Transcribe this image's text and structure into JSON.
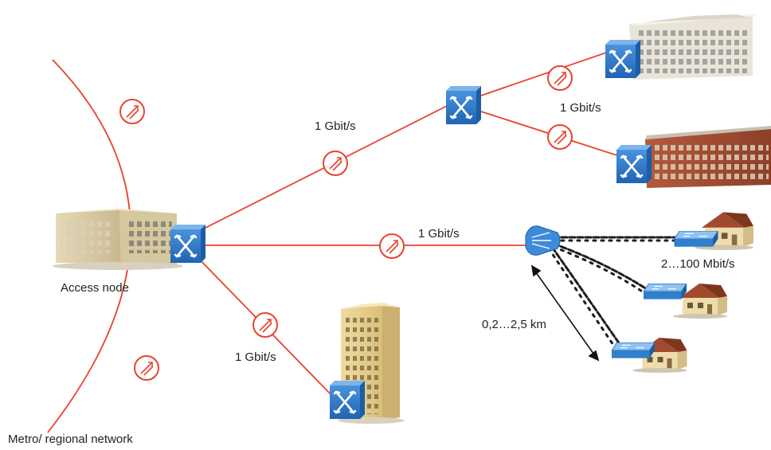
{
  "labels": {
    "access_node": "Access node",
    "metro_network": "Metro/ regional network",
    "link_speed_top": "1 Gbit/s",
    "link_speed_office_branch": "1 Gbit/s",
    "link_speed_middle": "1 Gbit/s",
    "link_speed_bottom": "1 Gbit/s",
    "copper_speed": "2…100 Mbit/s",
    "copper_distance": "0,2…2,5 km"
  },
  "colors": {
    "fiber": "#e8432e",
    "switch_top": "#2b79c9",
    "switch_side": "#1b5ea6",
    "twisted_pair": "#1e1e1e"
  },
  "icons": [
    "switch-icon",
    "fiber-amplifier-icon",
    "splitter-icon",
    "building-icon",
    "house-icon"
  ]
}
